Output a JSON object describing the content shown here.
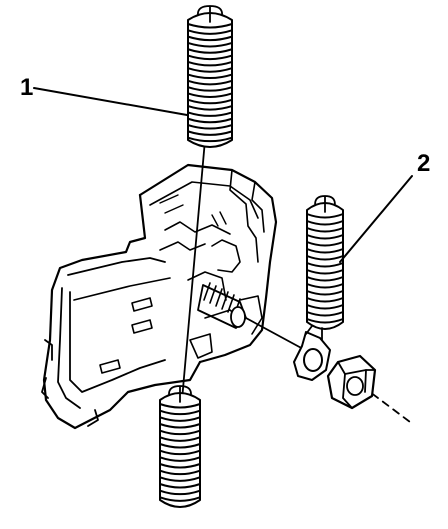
{
  "callouts": [
    {
      "label": "1"
    },
    {
      "label": "2"
    }
  ],
  "colors": {
    "ink": "#000000",
    "background": "#ffffff"
  },
  "parts": {
    "spring_top_coils": 19,
    "spring_bottom_coils": 15,
    "spring_right_coils": 16
  }
}
